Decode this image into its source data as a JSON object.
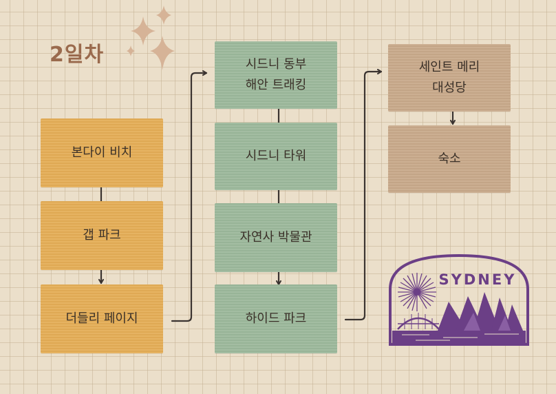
{
  "title": "2일차",
  "columns": [
    {
      "color": "#e4ad56",
      "items": [
        {
          "label": "본다이 비치"
        },
        {
          "label": "갭 파크"
        },
        {
          "label": "더들리 페이지"
        }
      ]
    },
    {
      "color": "#9cb89b",
      "items": [
        {
          "label": "시드니 동부\n해안 트래킹"
        },
        {
          "label": "시드니 타워"
        },
        {
          "label": "자연사 박물관"
        },
        {
          "label": "하이드 파크"
        }
      ]
    },
    {
      "color": "#c8a98a",
      "items": [
        {
          "label": "세인트 메리\n대성당"
        },
        {
          "label": "숙소"
        }
      ]
    }
  ],
  "stamp": {
    "text": "SYDNEY",
    "color": "#6b3f86"
  },
  "colors": {
    "title": "#9a6a4d",
    "sparkle": "#d6b397",
    "connector": "#3a3330"
  }
}
